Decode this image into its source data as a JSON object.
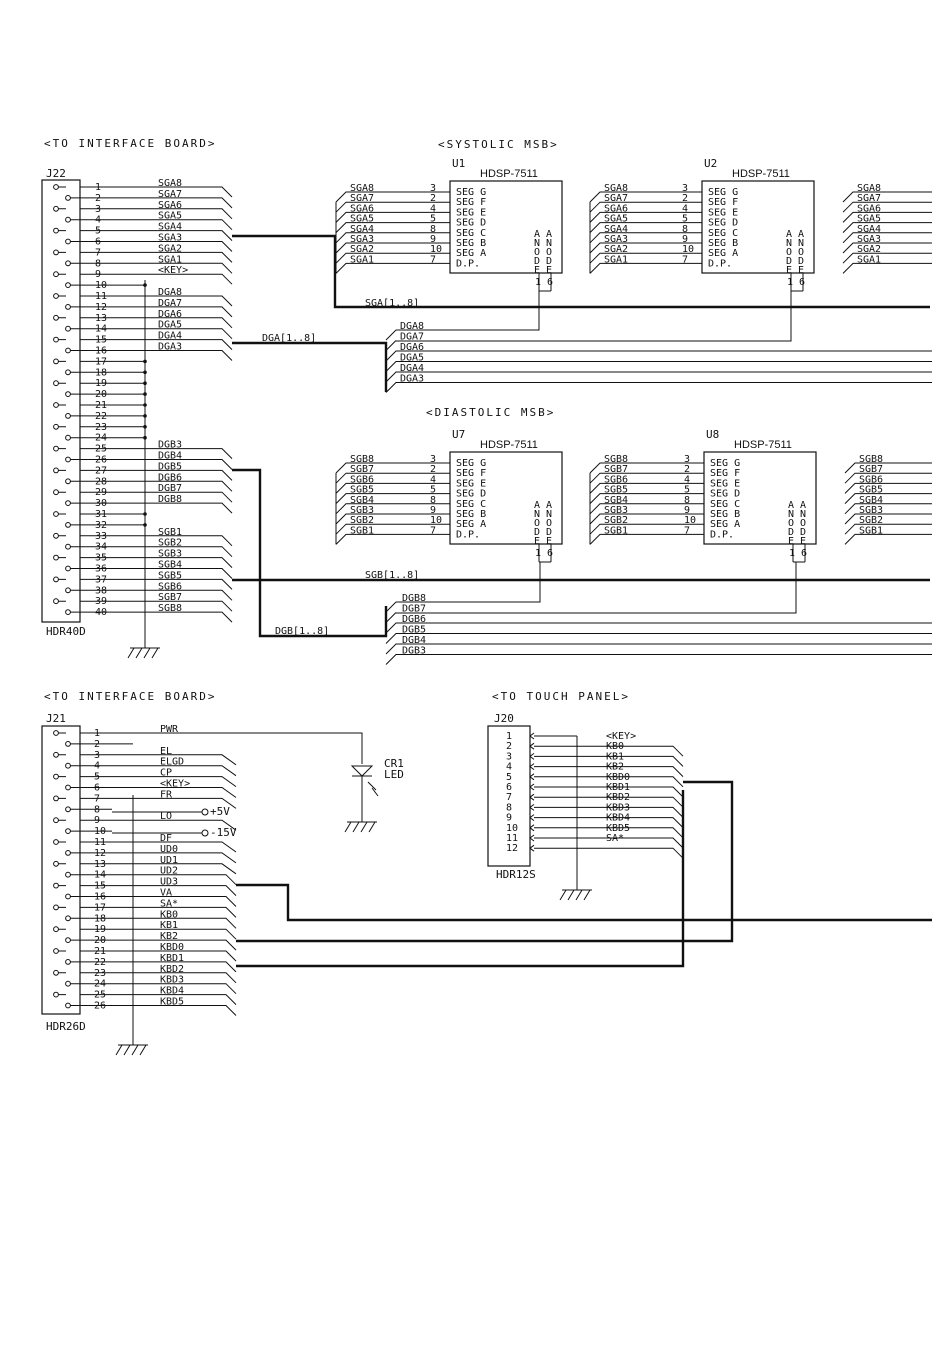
{
  "headers": {
    "j22_title": "<TO INTERFACE BOARD>",
    "systolic": "<SYSTOLIC MSB>",
    "diastolic": "<DIASTOLIC MSB>",
    "j21_title": "<TO INTERFACE BOARD>",
    "touch": "<TO TOUCH PANEL>"
  },
  "j22": {
    "ref": "J22",
    "footprint": "HDR40D",
    "pins": [
      "1",
      "2",
      "3",
      "4",
      "5",
      "6",
      "7",
      "8",
      "9",
      "10",
      "11",
      "12",
      "13",
      "14",
      "15",
      "16",
      "17",
      "18",
      "19",
      "20",
      "21",
      "22",
      "23",
      "24",
      "25",
      "26",
      "27",
      "28",
      "29",
      "30",
      "31",
      "32",
      "33",
      "34",
      "35",
      "36",
      "37",
      "38",
      "39",
      "40"
    ],
    "nets": [
      "SGA8",
      "SGA7",
      "SGA6",
      "SGA5",
      "SGA4",
      "SGA3",
      "SGA2",
      "SGA1",
      "<KEY>",
      "",
      "DGA8",
      "DGA7",
      "DGA6",
      "DGA5",
      "DGA4",
      "DGA3",
      "",
      "",
      "",
      "",
      "",
      "",
      "",
      "",
      "DGB3",
      "DGB4",
      "DGB5",
      "DGB6",
      "DGB7",
      "DGB8",
      "",
      "",
      "SGB1",
      "SGB2",
      "SGB3",
      "SGB4",
      "SGB5",
      "SGB6",
      "SGB7",
      "SGB8"
    ]
  },
  "displays": [
    {
      "ref": "U1",
      "part": "HDSP-7511"
    },
    {
      "ref": "U2",
      "part": "HDSP-7511"
    },
    {
      "ref": "U7",
      "part": "HDSP-7511"
    },
    {
      "ref": "U8",
      "part": "HDSP-7511"
    }
  ],
  "segments": [
    "SEG G",
    "SEG F",
    "SEG E",
    "SEG D",
    "SEG C",
    "SEG B",
    "SEG A",
    "D.P."
  ],
  "seg_pins_a": [
    "3",
    "2",
    "4",
    "5",
    "8",
    "9",
    "10",
    "7"
  ],
  "seg_pins_b": [
    "3",
    "2",
    "4",
    "5",
    "8",
    "9",
    "10",
    "7"
  ],
  "anode": "ANODE",
  "anode_pins": "1 6",
  "sga_nets": [
    "SGA8",
    "SGA7",
    "SGA6",
    "SGA5",
    "SGA4",
    "SGA3",
    "SGA2",
    "SGA1"
  ],
  "sgb_nets": [
    "SGB8",
    "SGB7",
    "SGB6",
    "SGB5",
    "SGB4",
    "SGB3",
    "SGB2",
    "SGB1"
  ],
  "dga_nets": [
    "DGA8",
    "DGA7",
    "DGA6",
    "DGA5",
    "DGA4",
    "DGA3"
  ],
  "dgb_nets": [
    "DGB8",
    "DGB7",
    "DGB6",
    "DGB5",
    "DGB4",
    "DGB3"
  ],
  "bus_labels": {
    "sga": "SGA[1..8]",
    "dga": "DGA[1..8]",
    "sgb": "SGB[1..8]",
    "dgb": "DGB[1..8]"
  },
  "j21": {
    "ref": "J21",
    "footprint": "HDR26D",
    "nets": [
      "PWR",
      "",
      "",
      "EL",
      "ELGD",
      "CP",
      "<KEY>",
      "FR",
      "",
      "LO",
      "",
      "DF",
      "UD0",
      "UD1",
      "UD2",
      "UD3",
      "VA",
      "SA*",
      "KB0",
      "KB1",
      "KB2",
      "KBD0",
      "KBD1",
      "KBD2",
      "KBD3",
      "KBD4",
      "KBD5"
    ]
  },
  "j21_pins": [
    "1",
    "2",
    "3",
    "4",
    "5",
    "6",
    "7",
    "8",
    "9",
    "10",
    "11",
    "12",
    "13",
    "14",
    "15",
    "16",
    "17",
    "18",
    "19",
    "20",
    "21",
    "22",
    "23",
    "24",
    "25",
    "26"
  ],
  "j21_net_by_pin": [
    "PWR",
    "",
    "EL",
    "ELGD",
    "CP",
    "<KEY>",
    "FR",
    "",
    "LO",
    "",
    "DF",
    "UD0",
    "UD1",
    "UD2",
    "UD3",
    "VA",
    "SA*",
    "KB0",
    "KB1",
    "KB2",
    "KBD0",
    "KBD1",
    "KBD2",
    "KBD3",
    "KBD4",
    "KBD5"
  ],
  "power": {
    "p5": "+5V",
    "m15": "-15V"
  },
  "led": {
    "ref": "CR1",
    "label": "LED"
  },
  "j20": {
    "ref": "J20",
    "footprint": "HDR12S",
    "pins": [
      "1",
      "2",
      "3",
      "4",
      "5",
      "6",
      "7",
      "8",
      "9",
      "10",
      "11",
      "12"
    ],
    "nets": [
      "<KEY>",
      "KB0",
      "KB1",
      "KB2",
      "KBD0",
      "KBD1",
      "KBD2",
      "KBD3",
      "KBD4",
      "KBD5",
      "SA*",
      ""
    ]
  }
}
